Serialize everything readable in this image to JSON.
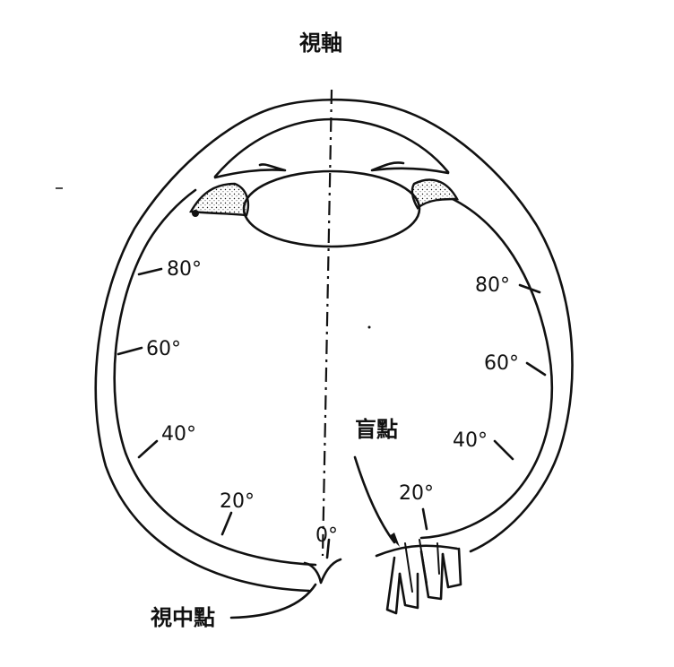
{
  "labels": {
    "visual_axis": "視軸",
    "blind_spot": "盲點",
    "fovea": "視中點"
  },
  "degree_marks": {
    "left": [
      "80°",
      "60°",
      "40°",
      "20°"
    ],
    "right": [
      "80°",
      "60°",
      "40°",
      "20°"
    ],
    "center": "0°"
  },
  "colors": {
    "ink": "#111111",
    "background": "#ffffff"
  }
}
